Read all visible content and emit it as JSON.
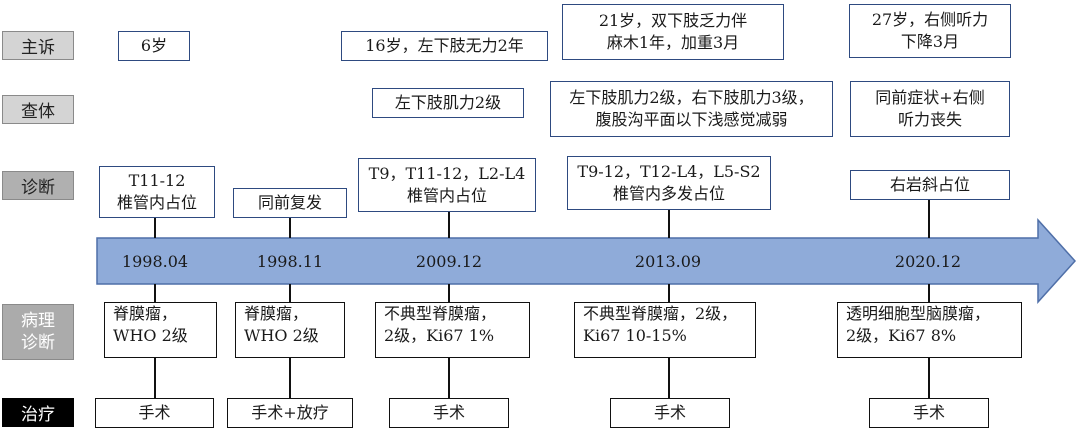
{
  "row_labels": {
    "complaint": "主诉",
    "exam": "查体",
    "diagnosis": "诊断",
    "pathology_line1": "病理",
    "pathology_line2": "诊断",
    "treatment": "治疗"
  },
  "events": [
    {
      "date": "1998.04",
      "complaint": [
        "6岁"
      ],
      "exam": [],
      "diagnosis": [
        "T11-12",
        "椎管内占位"
      ],
      "pathology": [
        "脊膜瘤，",
        "WHO 2级"
      ],
      "treatment": "手术"
    },
    {
      "date": "1998.11",
      "complaint": [],
      "exam": [],
      "diagnosis": [
        "同前复发"
      ],
      "pathology": [
        "脊膜瘤，",
        "WHO 2级"
      ],
      "treatment": "手术+放疗"
    },
    {
      "date": "2009.12",
      "complaint": [
        "16岁，左下肢无力2年"
      ],
      "exam": [
        "左下肢肌力2级"
      ],
      "diagnosis": [
        "T9，T11-12，L2-L4",
        "椎管内占位"
      ],
      "pathology": [
        "不典型脊膜瘤，",
        "2级，Ki67 1%"
      ],
      "treatment": "手术"
    },
    {
      "date": "2013.09",
      "complaint": [
        "21岁，双下肢乏力伴",
        "麻木1年，加重3月"
      ],
      "exam": [
        "左下肢肌力2级，右下肢肌力3级，",
        "腹股沟平面以下浅感觉减弱"
      ],
      "diagnosis": [
        "T9-12，T12-L4，L5-S2",
        "椎管内多发占位"
      ],
      "pathology": [
        "不典型脊膜瘤，2级，",
        "Ki67 10-15%"
      ],
      "treatment": "手术"
    },
    {
      "date": "2020.12",
      "complaint": [
        "27岁，右侧听力",
        "下降3月"
      ],
      "exam": [
        "同前症状+右侧",
        "听力丧失"
      ],
      "diagnosis": [
        "右岩斜占位"
      ],
      "pathology": [
        "透明细胞型脑膜瘤，",
        "2级，Ki67 8%"
      ],
      "treatment": "手术"
    }
  ],
  "colors": {
    "arrow_fill": "#8fabd9",
    "arrow_stroke": "#4f6fa8",
    "box_border": "#2e4a80"
  }
}
